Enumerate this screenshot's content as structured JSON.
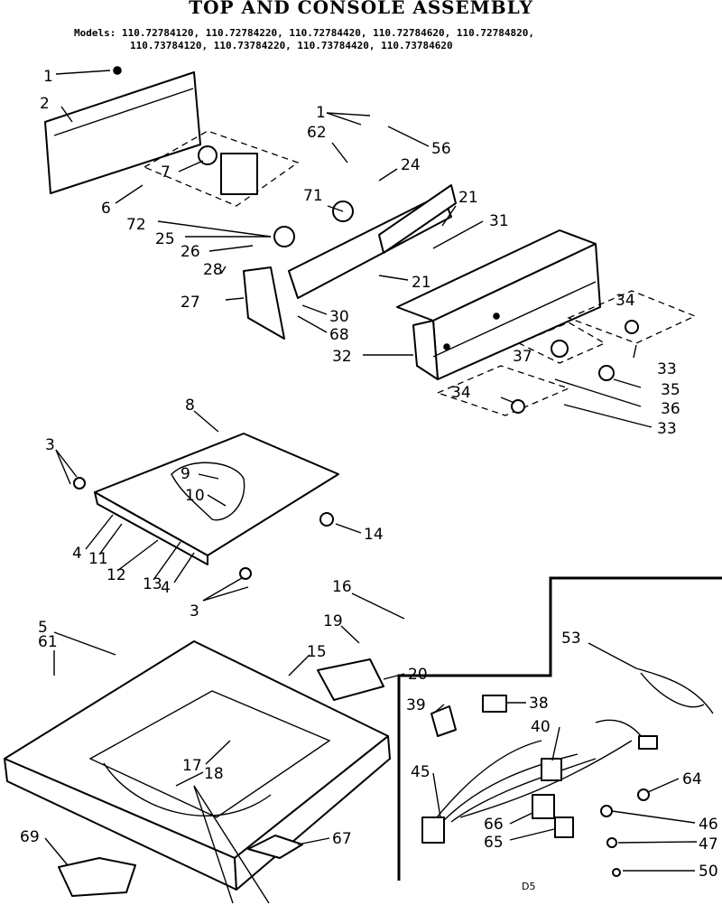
{
  "title": "TOP AND CONSOLE ASSEMBLY",
  "models_line1": "Models: 110.72784120, 110.72784220, 110.72784420, 110.72784620, 110.72784820,",
  "models_line2": "110.73784120, 110.73784220, 110.73784420, 110.73784620",
  "footer_code": "D5",
  "part_labels": [
    "1",
    "2",
    "6",
    "7",
    "62",
    "1",
    "56",
    "24",
    "71",
    "21",
    "31",
    "72",
    "25",
    "26",
    "28",
    "21",
    "27",
    "30",
    "68",
    "32",
    "34",
    "37",
    "33",
    "35",
    "36",
    "34",
    "33",
    "8",
    "3",
    "9",
    "10",
    "14",
    "4",
    "11",
    "12",
    "13",
    "4",
    "3",
    "16",
    "19",
    "5",
    "61",
    "15",
    "20",
    "53",
    "39",
    "38",
    "40",
    "17",
    "18",
    "45",
    "64",
    "66",
    "46",
    "65",
    "47",
    "69",
    "67",
    "50"
  ]
}
